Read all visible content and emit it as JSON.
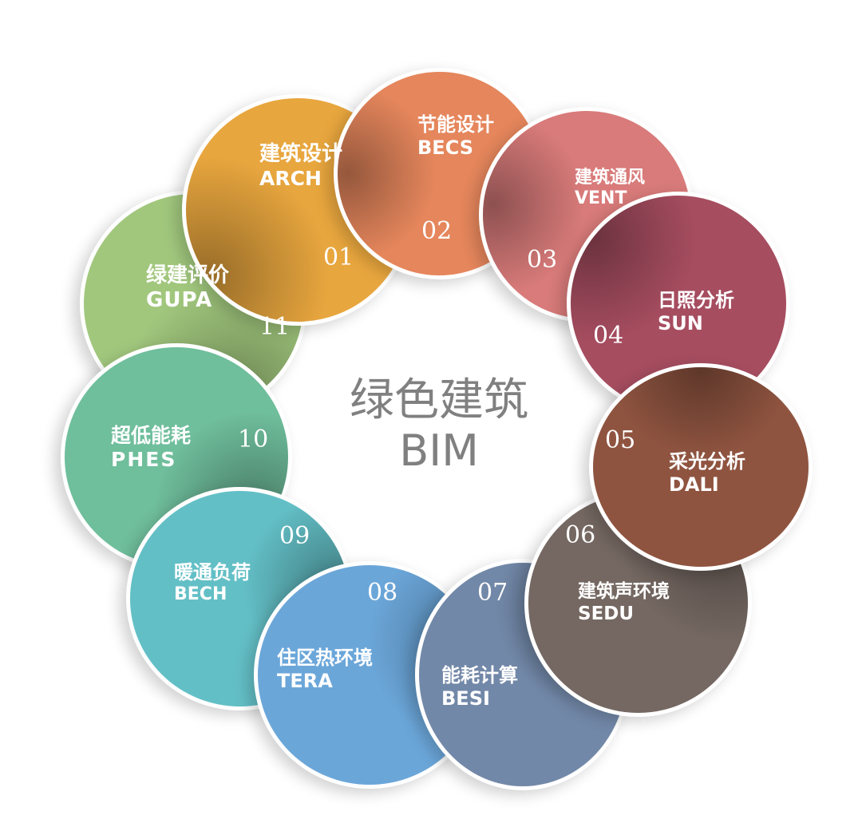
{
  "center": {
    "title_cn": "绿色建筑",
    "title_en": "BIM",
    "color": "#808080"
  },
  "modules": [
    {
      "num": "01",
      "cn": "建筑设计",
      "en": "ARCH",
      "color": "#E8A63E"
    },
    {
      "num": "02",
      "cn": "节能设计",
      "en": "BECS",
      "color": "#E5865C"
    },
    {
      "num": "03",
      "cn": "建筑通风",
      "en": "VENT",
      "color": "#D87B7A"
    },
    {
      "num": "04",
      "cn": "日照分析",
      "en": "SUN",
      "color": "#A64D60"
    },
    {
      "num": "05",
      "cn": "采光分析",
      "en": "DALI",
      "color": "#8F5440"
    },
    {
      "num": "06",
      "cn": "建筑声环境",
      "en": "SEDU",
      "color": "#756862"
    },
    {
      "num": "07",
      "cn": "能耗计算",
      "en": "BESI",
      "color": "#7288A8"
    },
    {
      "num": "08",
      "cn": "住区热环境",
      "en": "TERA",
      "color": "#6BA6D9"
    },
    {
      "num": "09",
      "cn": "暖通负荷",
      "en": "BECH",
      "color": "#63BFC6"
    },
    {
      "num": "10",
      "cn": "超低能耗",
      "en": "PHES",
      "color": "#6FBE9C"
    },
    {
      "num": "11",
      "cn": "绿建评价",
      "en": "GUPA",
      "color": "#A1C77D"
    }
  ]
}
